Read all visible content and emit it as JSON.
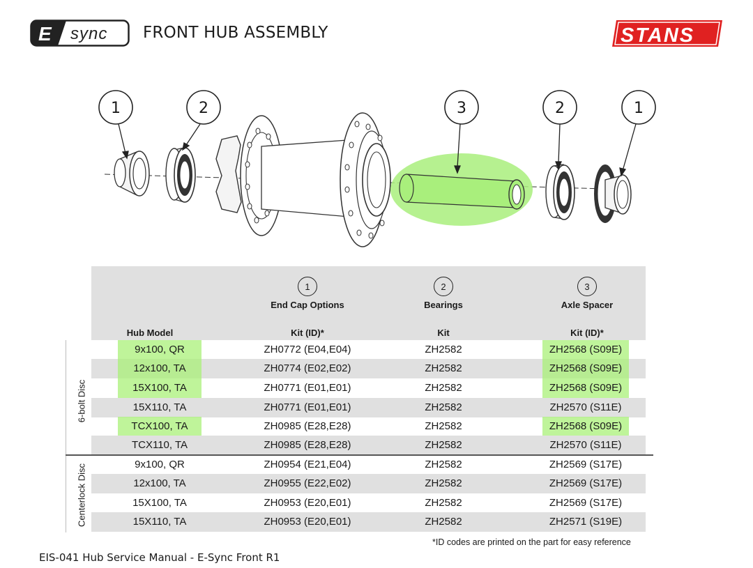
{
  "header": {
    "logo_text": "sync",
    "logo_letter": "E",
    "title": "FRONT HUB ASSEMBLY",
    "brand": "STANS"
  },
  "diagram": {
    "callouts": [
      "1",
      "2",
      "3",
      "2",
      "1"
    ],
    "colors": {
      "highlight": "#8be07a",
      "line": "#333333"
    }
  },
  "table": {
    "columns": [
      {
        "number": "1",
        "title": "End Cap Options",
        "sub": "Kit (ID)*"
      },
      {
        "number": "2",
        "title": "Bearings",
        "sub": "Kit"
      },
      {
        "number": "3",
        "title": "Axle Spacer",
        "sub": "Kit (ID)*"
      }
    ],
    "model_header": "Hub Model",
    "groups": [
      {
        "label": "6-bolt Disc"
      },
      {
        "label": "Centerlock Disc"
      }
    ],
    "rows": [
      {
        "model": "9x100, QR",
        "end_cap": "ZH0772 (E04,E04)",
        "bearing": "ZH2582",
        "axle": "ZH2568 (S09E)"
      },
      {
        "model": "12x100, TA",
        "end_cap": "ZH0774 (E02,E02)",
        "bearing": "ZH2582",
        "axle": "ZH2568 (S09E)"
      },
      {
        "model": "15X100, TA",
        "end_cap": "ZH0771 (E01,E01)",
        "bearing": "ZH2582",
        "axle": "ZH2568 (S09E)"
      },
      {
        "model": "15X110, TA",
        "end_cap": "ZH0771 (E01,E01)",
        "bearing": "ZH2582",
        "axle": "ZH2570 (S11E)"
      },
      {
        "model": "TCX100, TA",
        "end_cap": "ZH0985 (E28,E28)",
        "bearing": "ZH2582",
        "axle": "ZH2568 (S09E)"
      },
      {
        "model": "TCX110, TA",
        "end_cap": "ZH0985 (E28,E28)",
        "bearing": "ZH2582",
        "axle": "ZH2570 (S11E)"
      },
      {
        "model": "9x100, QR",
        "end_cap": "ZH0954 (E21,E04)",
        "bearing": "ZH2582",
        "axle": "ZH2569 (S17E)"
      },
      {
        "model": "12x100, TA",
        "end_cap": "ZH0955 (E22,E02)",
        "bearing": "ZH2582",
        "axle": "ZH2569 (S17E)"
      },
      {
        "model": "15X100, TA",
        "end_cap": "ZH0953 (E20,E01)",
        "bearing": "ZH2582",
        "axle": "ZH2569 (S17E)"
      },
      {
        "model": "15X110, TA",
        "end_cap": "ZH0953 (E20,E01)",
        "bearing": "ZH2582",
        "axle": "ZH2571 (S19E)"
      }
    ],
    "highlight_color": "#a9ef7c"
  },
  "footnote": "*ID codes are printed on the part for easy reference",
  "footer": "EIS-041 Hub Service Manual - E-Sync Front R1"
}
